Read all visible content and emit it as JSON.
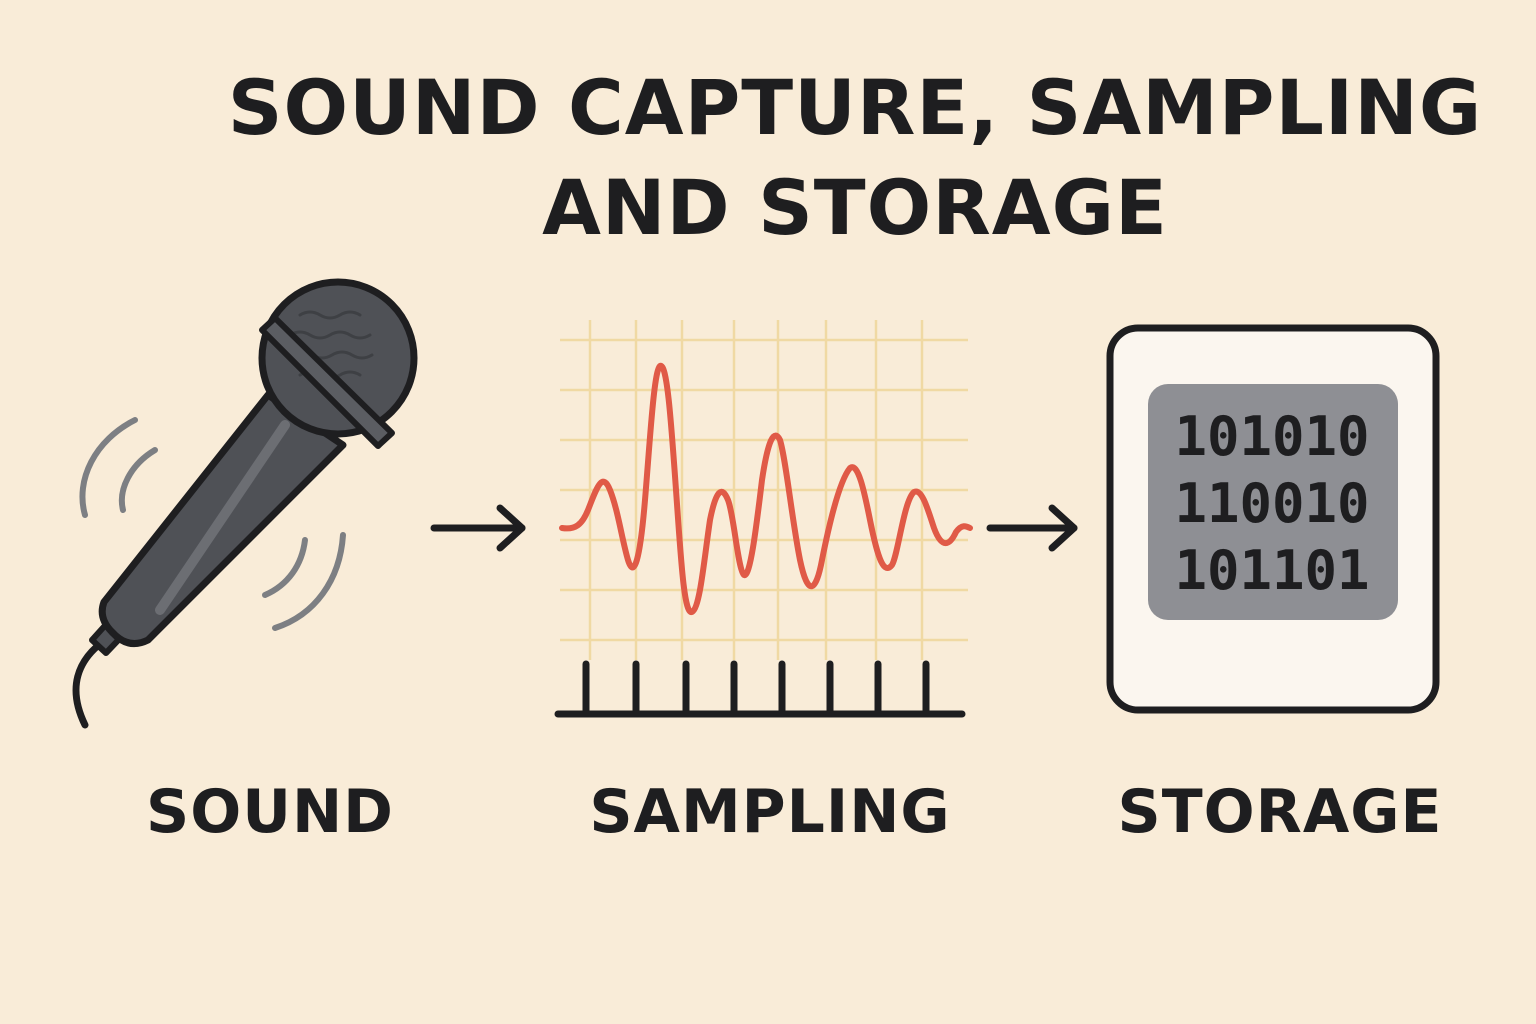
{
  "title": {
    "line1": "SOUND CAPTURE, SAMPLING",
    "line2": "AND STORAGE"
  },
  "stages": [
    {
      "label": "SOUND",
      "icon": "microphone-icon"
    },
    {
      "label": "SAMPLING",
      "icon": "waveform-icon"
    },
    {
      "label": "STORAGE",
      "icon": "storage-icon"
    }
  ],
  "storage": {
    "binary_lines": [
      "101010",
      "110010",
      "101101"
    ]
  },
  "colors": {
    "background": "#f9ecd8",
    "text": "#1e1e20",
    "waveform": "#e05a47",
    "grid": "#f0d9a3",
    "microphone": "#4f5156",
    "storage_screen": "#8e8f94",
    "storage_card": "#fbf6ef"
  }
}
